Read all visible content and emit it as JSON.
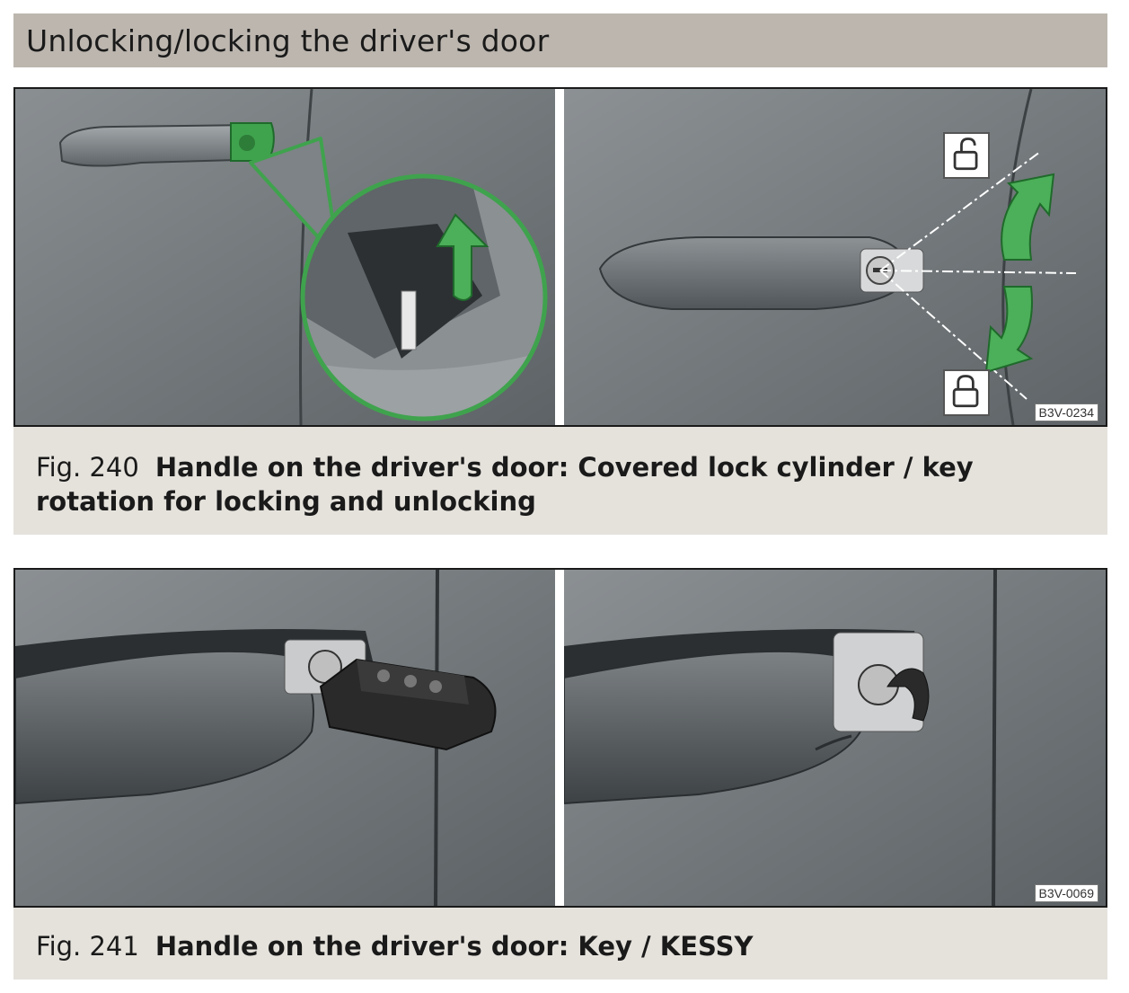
{
  "page": {
    "title": "Unlocking/locking the driver's door"
  },
  "figures": [
    {
      "number": "Fig. 240",
      "caption": "Handle on the driver's door: Covered lock cylinder / key rotation for locking and unlocking",
      "image_code": "B3V-0234",
      "icons": [
        "unlocked-padlock-icon",
        "locked-padlock-icon",
        "rotate-up-arrow-icon",
        "rotate-down-arrow-icon"
      ]
    },
    {
      "number": "Fig. 241",
      "caption": "Handle on the driver's door: Key / KESSY",
      "image_code": "B3V-0069",
      "icons": [
        "car-key-fob-icon",
        "emergency-key-icon"
      ]
    }
  ],
  "colors": {
    "title_bar": "#bcb6af",
    "caption_bg": "#e5e2dc",
    "highlight_green": "#3fa34d",
    "door_gray": "#6e7477"
  }
}
